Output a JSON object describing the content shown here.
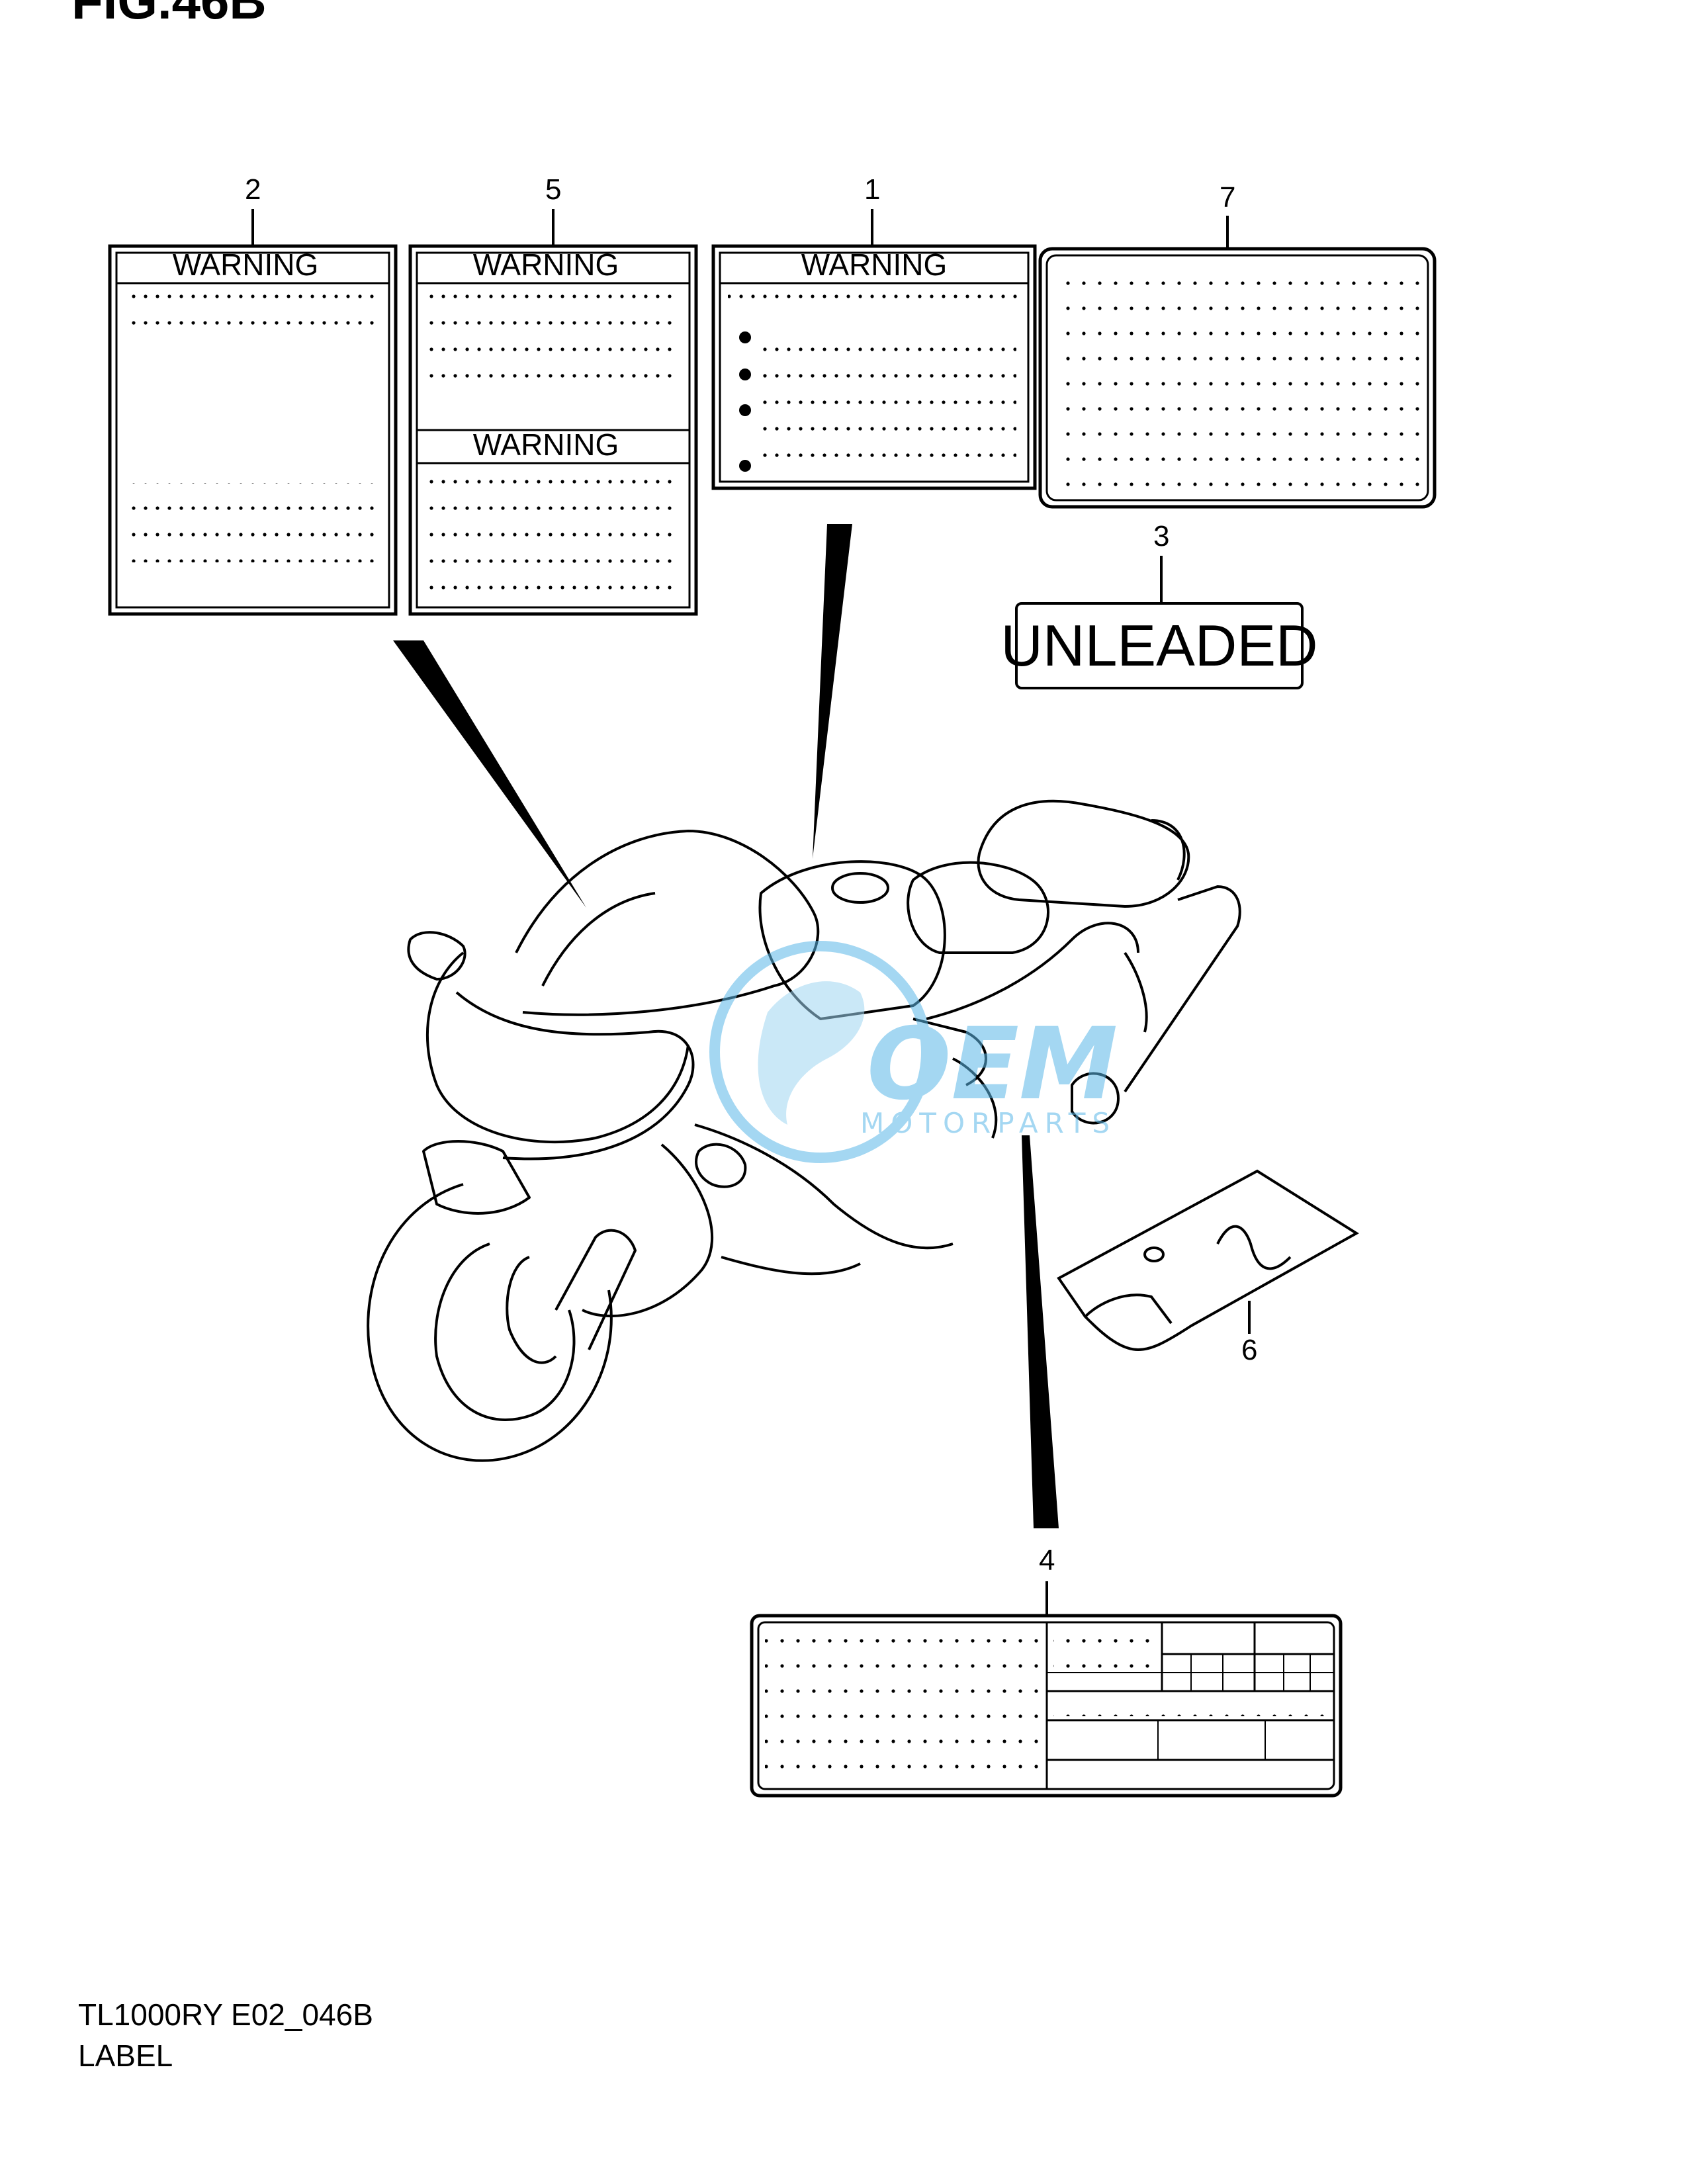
{
  "figure_title": "FIG.46B",
  "callouts": [
    "2",
    "5",
    "1",
    "7",
    "3",
    "6",
    "4"
  ],
  "labels": {
    "warning_header": "WARNING",
    "unleaded_text": "UNLEADED"
  },
  "footer": {
    "model_code": "TL1000RY E02_046B",
    "section_name": "LABEL"
  },
  "watermark": {
    "brand": "OEM",
    "sub": "MOTORPARTS",
    "color": "#5bb8e8"
  }
}
